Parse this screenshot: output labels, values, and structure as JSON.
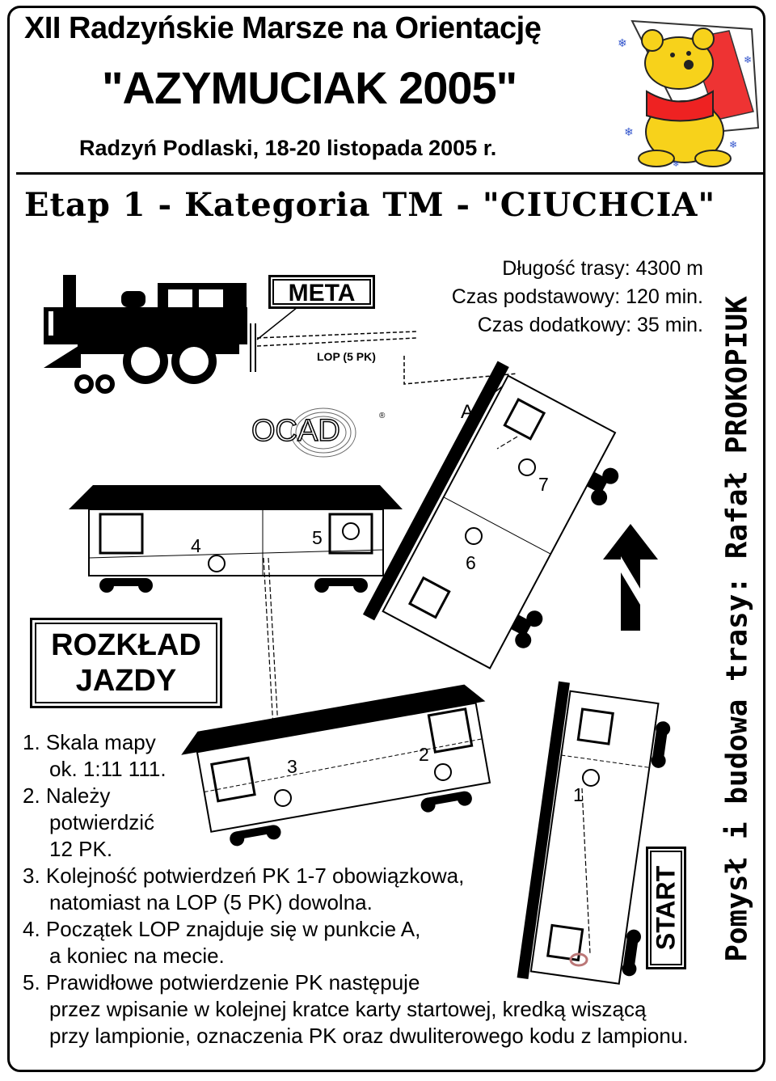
{
  "header": {
    "line1": "XII Radzyńskie Marsze na Orientację",
    "line2": "\"AZYMUCIAK 2005\"",
    "line3": "Radzyń Podlaski, 18-20 listopada 2005 r."
  },
  "stage_title": "Etap 1 - Kategoria TM - \"CIUCHCIA\"",
  "course_info": {
    "length": "Długość trasy: 4300 m",
    "base_time": "Czas podstawowy: 120 min.",
    "extra_time": "Czas dodatkowy: 35 min."
  },
  "author": "Pomysł i budowa trasy: Rafał PROKOPIUK",
  "map_labels": {
    "meta": "META",
    "lop": "LOP (5 PK)",
    "point_a": "A",
    "start": "START",
    "logo": "OCAD",
    "pk": [
      "1",
      "2",
      "3",
      "4",
      "5",
      "6",
      "7"
    ]
  },
  "schedule": {
    "title_line1": "ROZKŁAD",
    "title_line2": "JAZDY"
  },
  "rules": [
    {
      "n": "1.",
      "lines": [
        "Skala mapy",
        "ok. 1:11 111."
      ]
    },
    {
      "n": "2.",
      "lines": [
        "Należy",
        "potwierdzić",
        "12 PK."
      ]
    },
    {
      "n": "3.",
      "lines": [
        "Kolejność potwierdzeń PK 1-7 obowiązkowa,",
        "natomiast na LOP (5 PK) dowolna."
      ]
    },
    {
      "n": "4.",
      "lines": [
        "Początek LOP znajduje się w punkcie A,",
        "a koniec na mecie."
      ]
    },
    {
      "n": "5.",
      "lines": [
        "Prawidłowe potwierdzenie PK następuje",
        "przez wpisanie w kolejnej kratce karty startowej, kredką wiszącą",
        "przy lampionie, oznaczenia PK oraz dwuliterowego kodu z lampionu."
      ]
    }
  ]
}
